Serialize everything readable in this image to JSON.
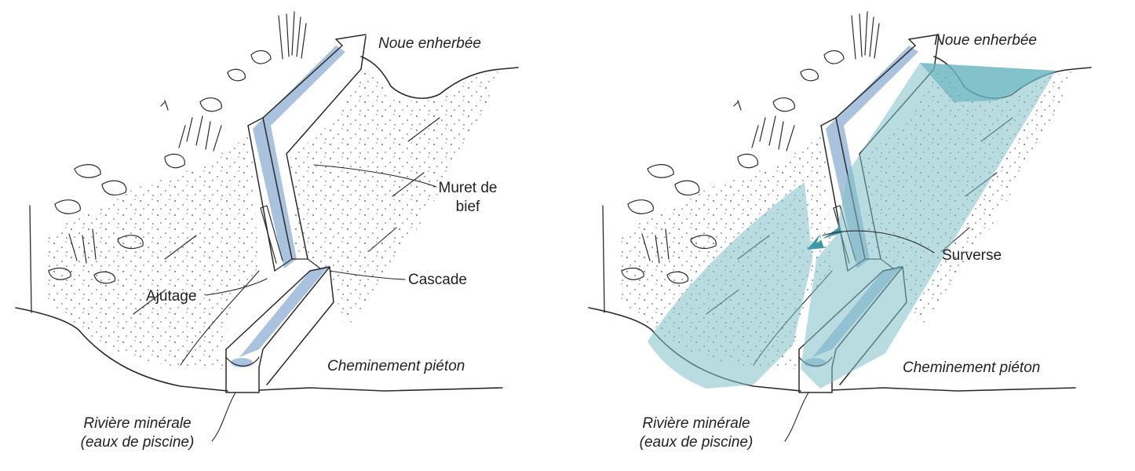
{
  "colors": {
    "ink": "#2a2a2a",
    "channel_water": "#a9c3de",
    "flooded_area": "#7fc0c8",
    "overflow_arrow": "#3a9aa6"
  },
  "left_panel": {
    "labels": {
      "noue": "Noue enherbée",
      "muret_line1": "Muret de",
      "muret_line2": "bief",
      "cascade": "Cascade",
      "ajutage": "Ajutage",
      "cheminement": "Cheminement piéton",
      "riviere_line1": "Rivière minérale",
      "riviere_line2": "(eaux de piscine)"
    }
  },
  "right_panel": {
    "labels": {
      "noue": "Noue enherbée",
      "surverse": "Surverse",
      "cheminement": "Cheminement piéton",
      "riviere_line1": "Rivière minérale",
      "riviere_line2": "(eaux de piscine)"
    }
  }
}
